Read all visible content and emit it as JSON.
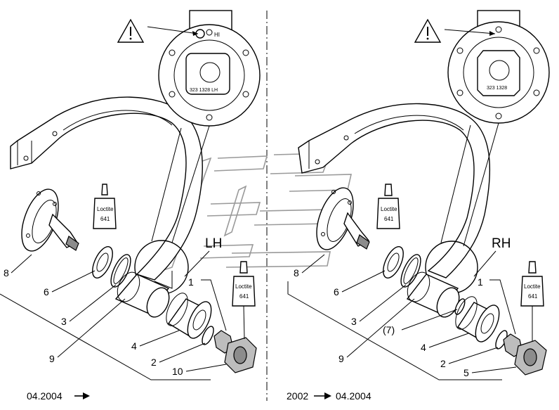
{
  "left_assembly": {
    "side_label": "LH",
    "date_range": {
      "start": "04.2004",
      "end": ""
    },
    "warning_plate_text": "HI",
    "hub_text": "323 1328 LH",
    "loctite": {
      "brand": "Loctite",
      "number": "641"
    },
    "callouts": [
      "8",
      "6",
      "3",
      "9",
      "1",
      "4",
      "2",
      "10"
    ]
  },
  "right_assembly": {
    "side_label": "RH",
    "date_range": {
      "start": "2002",
      "end": "04.2004"
    },
    "hub_text": "323 1328",
    "loctite": {
      "brand": "Loctite",
      "number": "641"
    },
    "callouts": [
      "8",
      "6",
      "3",
      "(7)",
      "9",
      "1",
      "4",
      "2",
      "5"
    ]
  },
  "icons": [
    "warning-triangle-icon",
    "arrow-right-icon",
    "loctite-bottle-icon"
  ]
}
